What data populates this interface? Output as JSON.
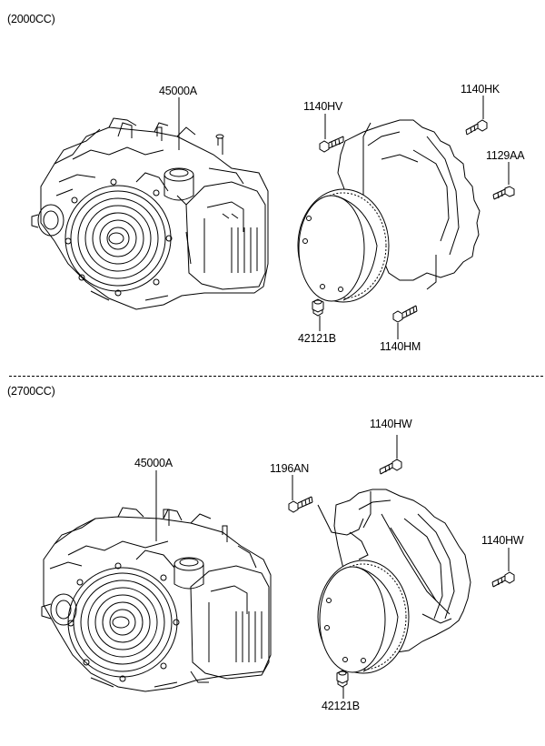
{
  "sections": [
    {
      "title": "(2000CC)",
      "transaxle": {
        "label": "45000A"
      },
      "converter_assembly": {
        "bolt_a": {
          "label": "1140HV"
        },
        "bolt_b": {
          "label": "1140HK"
        },
        "bolt_c": {
          "label": "1129AA"
        },
        "bolt_d": {
          "label": "1140HM"
        },
        "nut": {
          "label": "42121B"
        }
      }
    },
    {
      "title": "(2700CC)",
      "transaxle": {
        "label": "45000A"
      },
      "converter_assembly": {
        "bolt_a": {
          "label": "1140HW"
        },
        "bolt_b": {
          "label": "1196AN"
        },
        "bolt_c": {
          "label": "1140HW"
        },
        "nut": {
          "label": "42121B"
        }
      }
    }
  ]
}
